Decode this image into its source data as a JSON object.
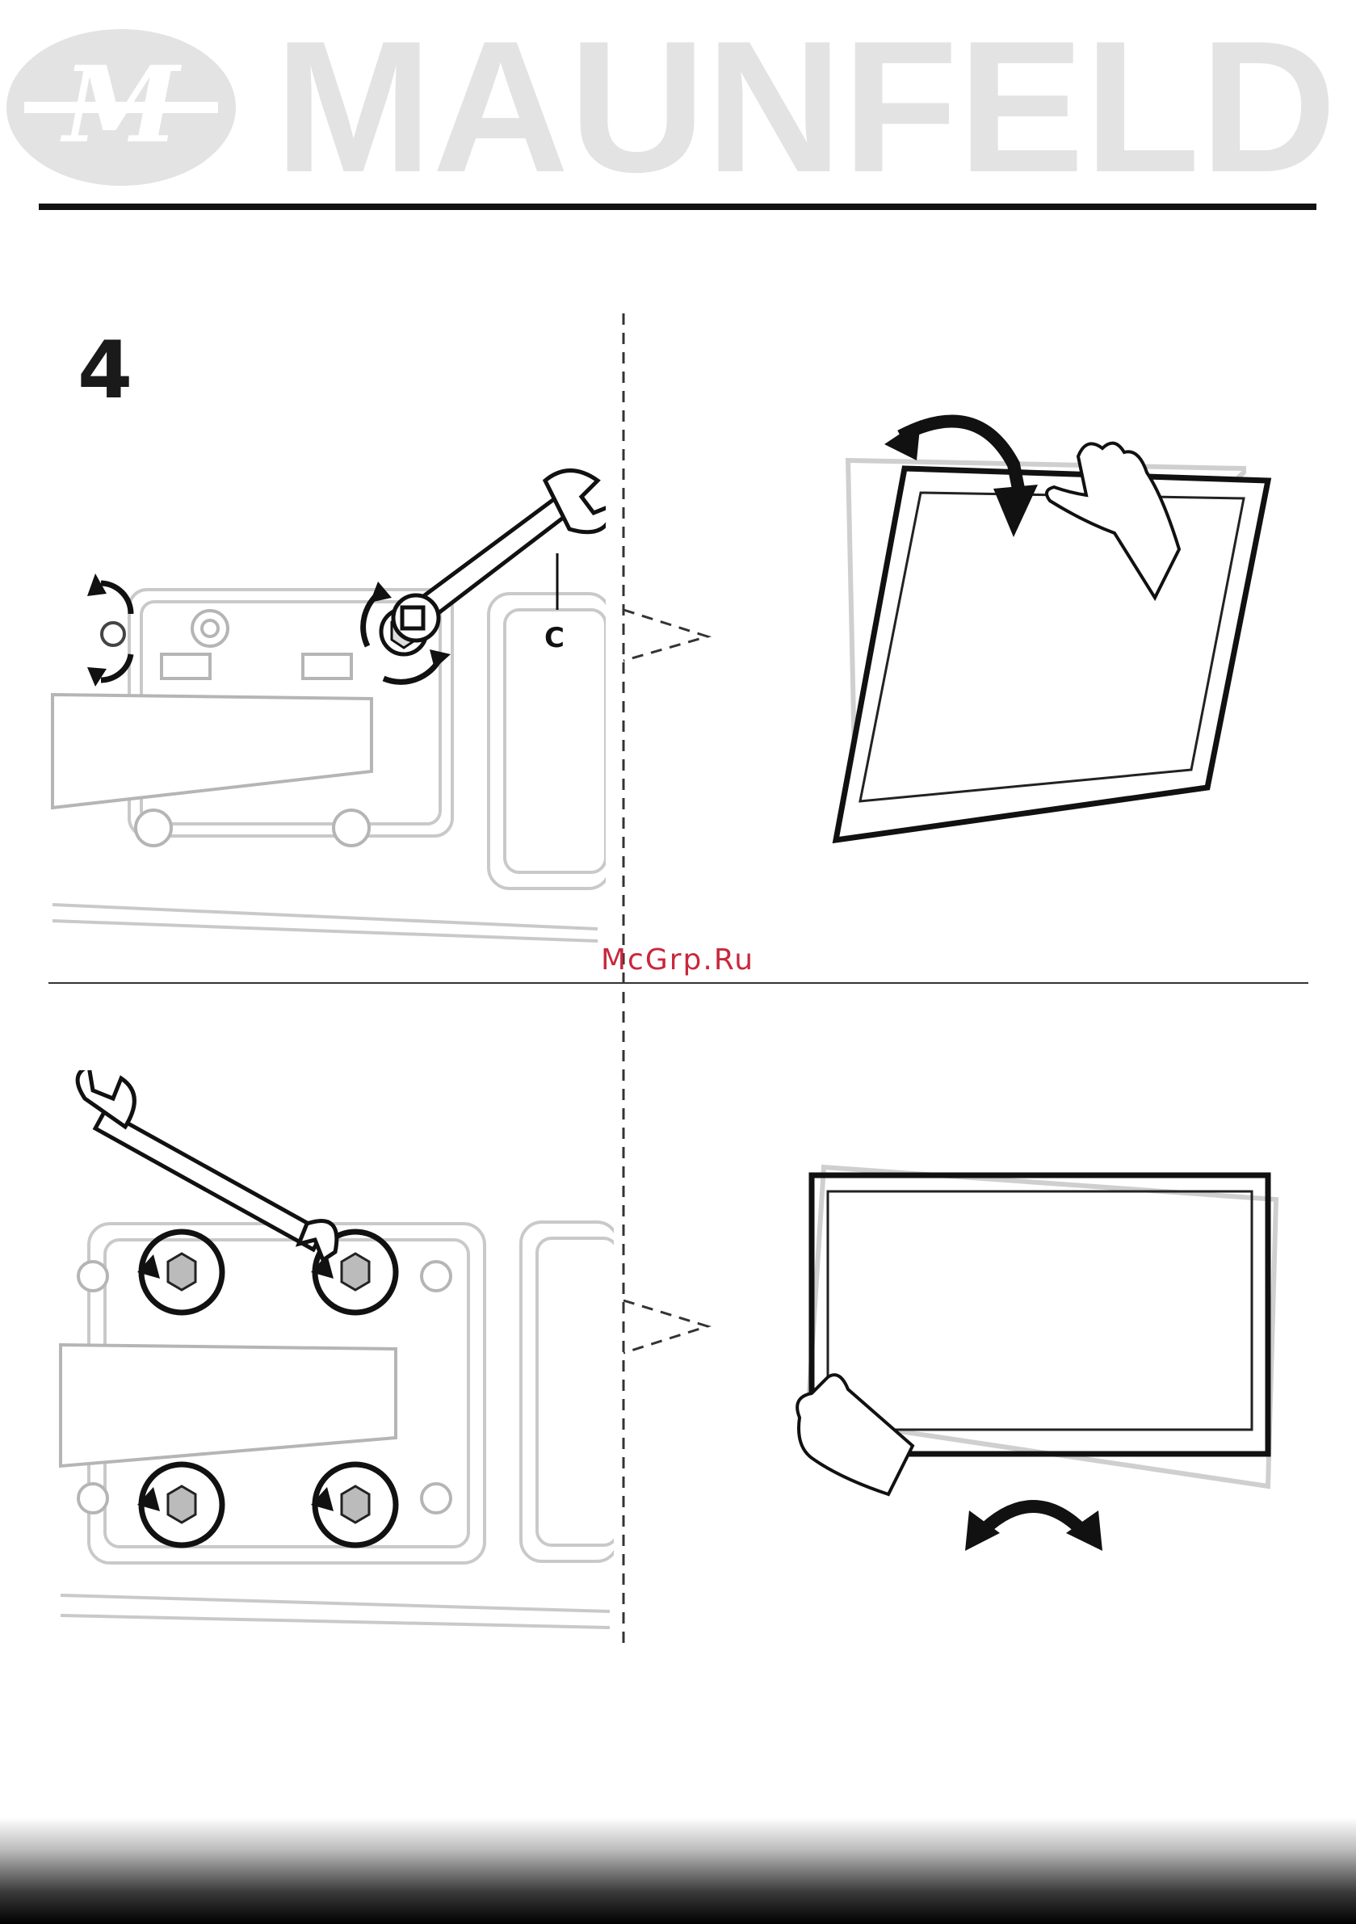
{
  "brand": {
    "name": "MAUNFELD",
    "emblem_letters": "M"
  },
  "step": {
    "number": "4"
  },
  "diagram": {
    "part_label": "C"
  },
  "watermark": {
    "text": "McGrp.Ru"
  },
  "colors": {
    "logo_gray": "#e3e3e3",
    "line": "#1a1a1a",
    "faint_line": "#c9c9c9",
    "watermark_red": "#c8283c"
  },
  "icons": [
    "wrench-icon",
    "rotate-arrows-icon",
    "tilt-arrow-icon",
    "swivel-arrow-icon",
    "hand-icon"
  ]
}
